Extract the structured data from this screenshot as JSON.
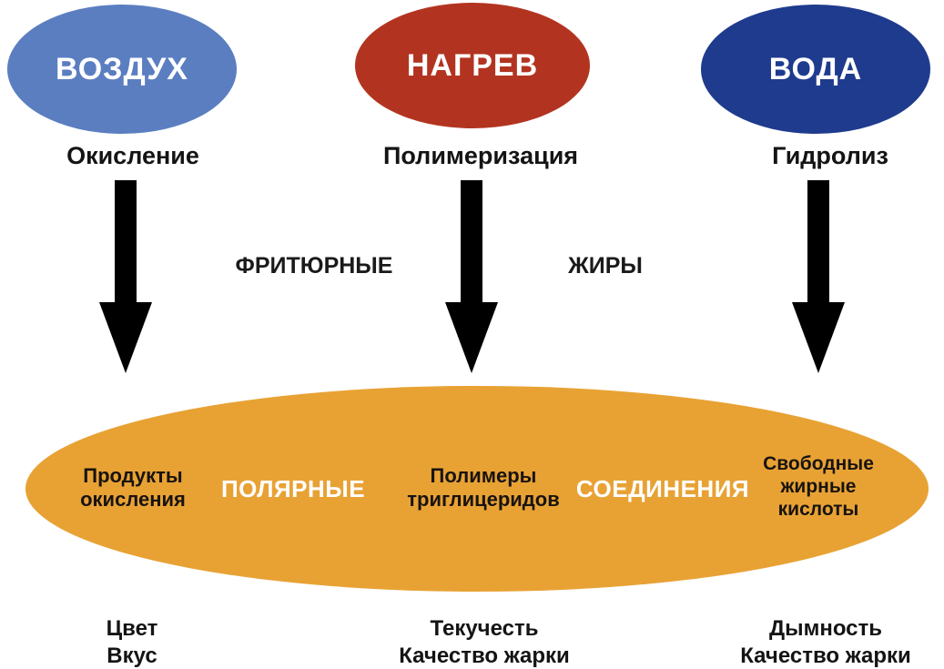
{
  "diagram": {
    "center_label": {
      "left": "ФРИТЮРНЫЕ",
      "right": "ЖИРЫ"
    },
    "colors": {
      "air_ellipse": "#5b7ec1",
      "heat_ellipse": "#b23420",
      "water_ellipse": "#1f3b8e",
      "products_ellipse": "#e8a234",
      "arrow": "#000000",
      "text_dark": "#141414",
      "text_light": "#ffffff"
    },
    "causes": [
      {
        "name": "ВОЗДУХ",
        "process": "Окисление"
      },
      {
        "name": "НАГРЕВ",
        "process": "Полимеризация"
      },
      {
        "name": "ВОДА",
        "process": "Гидролиз"
      }
    ],
    "products": {
      "group1": {
        "line1": "Продукты",
        "line2": "окисления"
      },
      "keyword1": "ПОЛЯРНЫЕ",
      "group2": {
        "line1": "Полимеры",
        "line2": "триглицеридов"
      },
      "keyword2": "СОЕДИНЕНИЯ",
      "group3": {
        "line1": "Свободные",
        "line2": "жирные",
        "line3": "кислоты"
      }
    },
    "effects": [
      {
        "line1": "Цвет",
        "line2": "Вкус"
      },
      {
        "line1": "Текучесть",
        "line2": "Качество жарки"
      },
      {
        "line1": "Дымность",
        "line2": "Качество жарки"
      }
    ]
  }
}
